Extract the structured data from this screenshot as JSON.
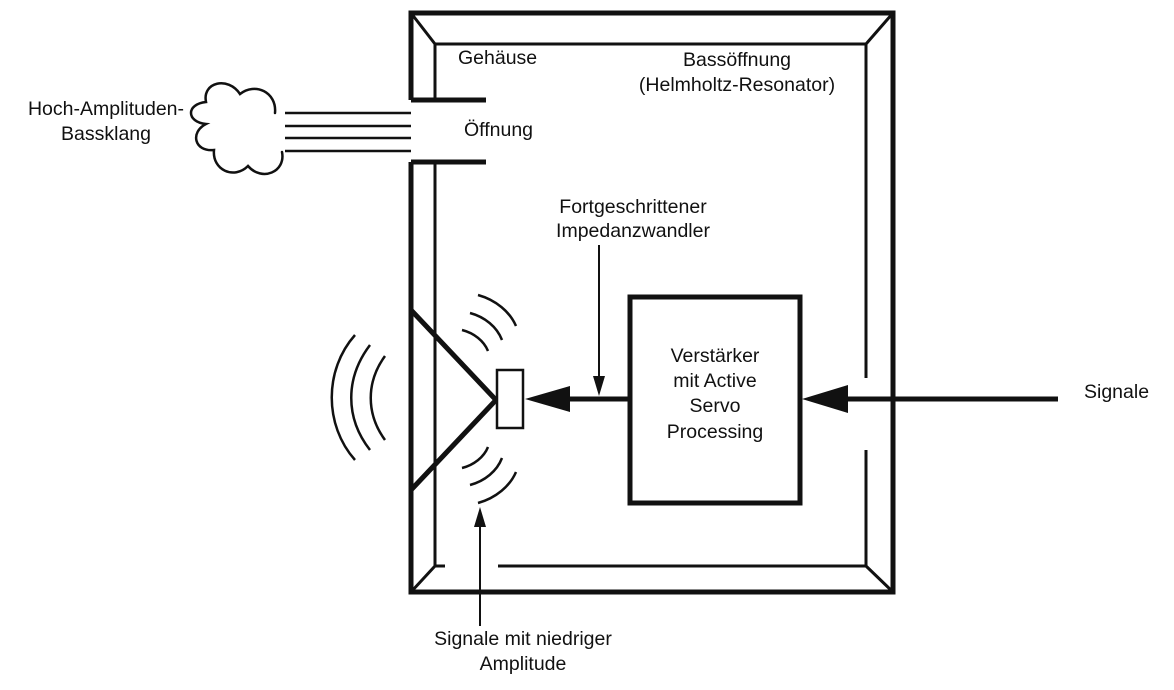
{
  "labels": {
    "housing": "Gehäuse",
    "bass_port_line1": "Bassöffnung",
    "bass_port_line2": "(Helmholtz-Resonator)",
    "high_amp_bass_line1": "Hoch-Amplituden-",
    "high_amp_bass_line2": "Bassklang",
    "opening": "Öffnung",
    "impedance_line1": "Fortgeschrittener",
    "impedance_line2": "Impedanzwandler",
    "amplifier_line1": "Verstärker",
    "amplifier_line2": "mit Active",
    "amplifier_line3": "Servo",
    "amplifier_line4": "Processing",
    "signals": "Signale",
    "low_amp_line1": "Signale mit niedriger",
    "low_amp_line2": "Amplitude"
  },
  "colors": {
    "stroke": "#111111",
    "background": "#ffffff"
  }
}
